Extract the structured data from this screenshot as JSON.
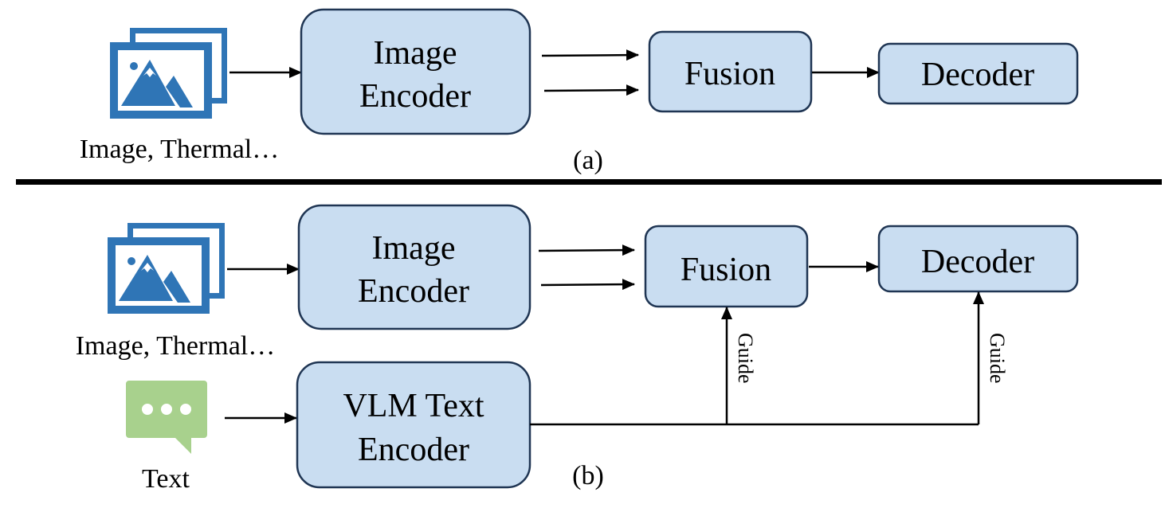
{
  "panel_a": {
    "caption": "(a)",
    "input_label": "Image, Thermal…",
    "input_icon": "image-stack-icon",
    "image_encoder": [
      "Image",
      "Encoder"
    ],
    "fusion": "Fusion",
    "decoder": "Decoder"
  },
  "panel_b": {
    "caption": "(b)",
    "input_label": "Image, Thermal…",
    "input_icon": "image-stack-icon",
    "text_label": "Text",
    "text_icon": "chat-bubble-icon",
    "image_encoder": [
      "Image",
      "Encoder"
    ],
    "text_encoder": [
      "VLM Text",
      "Encoder"
    ],
    "fusion": "Fusion",
    "decoder": "Decoder",
    "guide_label_fusion": "Guide",
    "guide_label_decoder": "Guide"
  },
  "colors": {
    "box_fill": "#c9ddf1",
    "box_stroke": "#1f3553",
    "image_icon": "#2f75b6",
    "text_icon": "#a8d18d"
  }
}
